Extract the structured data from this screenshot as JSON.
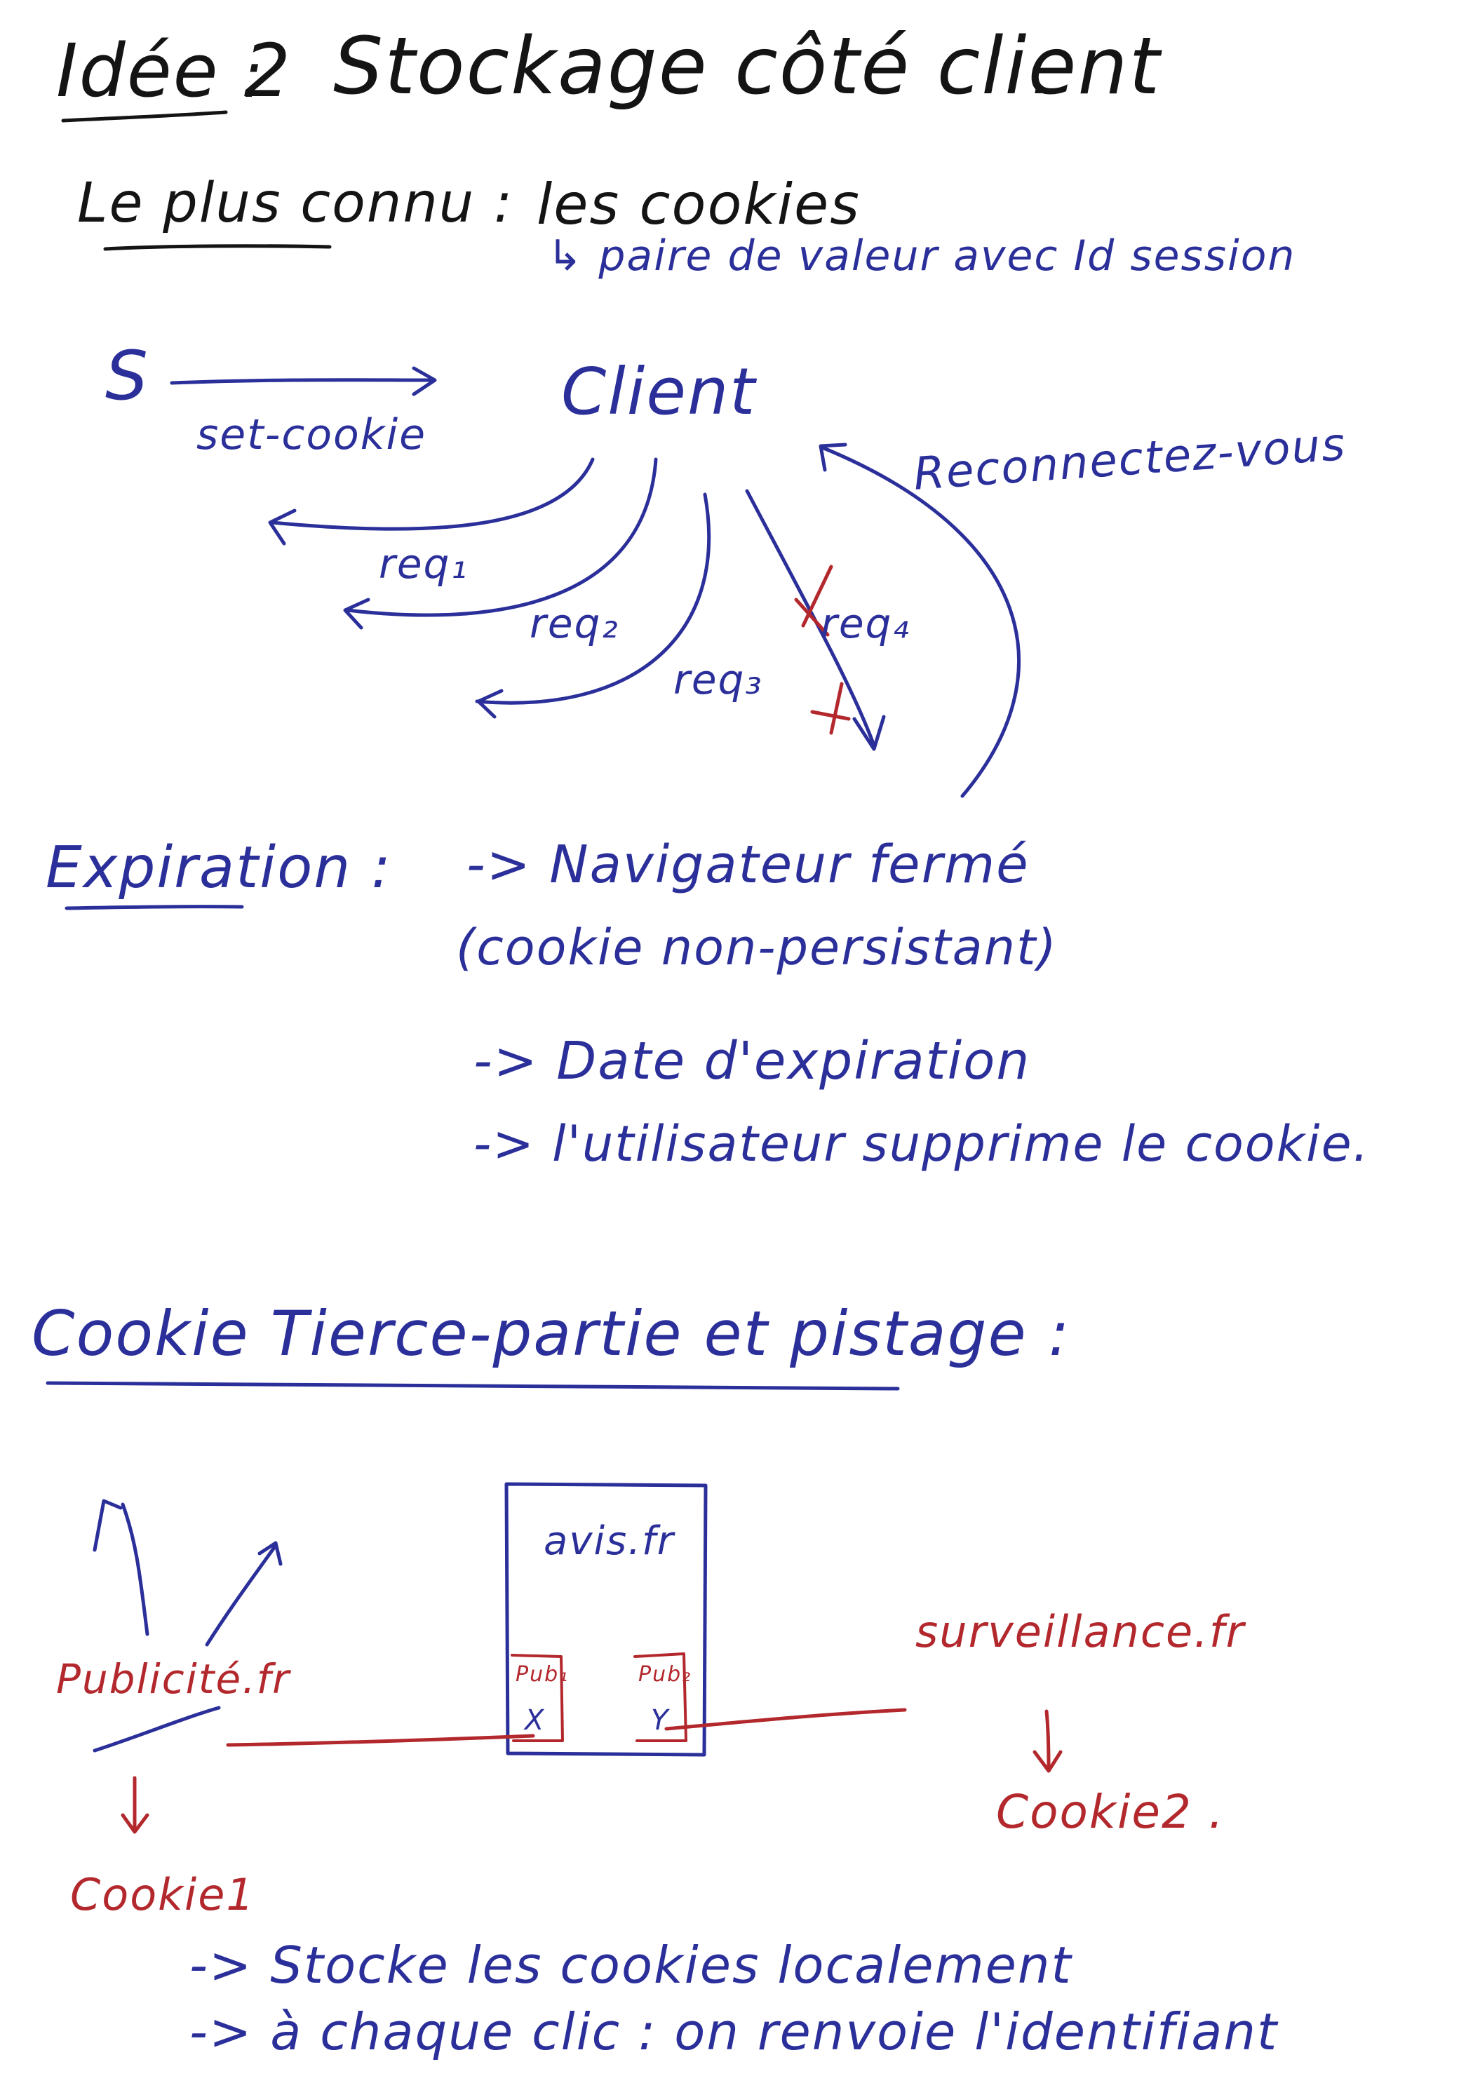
{
  "ink": {
    "black": "#141414",
    "blue": "#2b2f9a",
    "red": "#b3282d"
  },
  "heading": {
    "idea": "Idée 2",
    "colon": ":",
    "title": "Stockage côté client",
    "period": "."
  },
  "cookies_intro": {
    "label": "Le plus connu :",
    "value": "les cookies",
    "note": "↳ paire de valeur avec Id session"
  },
  "flow": {
    "server": "S",
    "set_cookie": "set-cookie",
    "client": "Client",
    "requests": [
      "req₁",
      "req₂",
      "req₃",
      "req₄"
    ],
    "reconnect": "Reconnectez-vous"
  },
  "expiration": {
    "label": "Expiration :",
    "items": [
      "-> Navigateur fermé",
      "(cookie non-persistant)",
      "-> Date d'expiration",
      "-> l'utilisateur supprime le cookie."
    ]
  },
  "third_party": {
    "title": "Cookie Tierce-partie et pistage :",
    "site": "avis.fr",
    "ad1": "Pub₁",
    "ad2": "Pub₂",
    "mark1": "X",
    "mark2": "Y",
    "left_site": "Publicité.fr",
    "left_cookie": "Cookie1",
    "right_site": "surveillance.fr",
    "right_cookie": "Cookie2 .",
    "conclusion": [
      "-> Stocke les cookies localement",
      "-> à chaque clic : on renvoie l'identifiant"
    ]
  }
}
